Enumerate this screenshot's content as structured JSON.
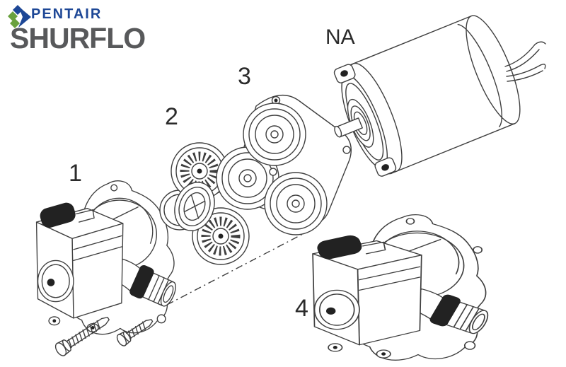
{
  "brand": {
    "pentair_label": "PENTAIR",
    "shurflo_label": "SHURFLO",
    "pentair_blue": "#1d4796",
    "logo_green": "#6aa23e",
    "shurflo_gray": "#58595b"
  },
  "diagram": {
    "background": "#ffffff",
    "line_color": "#3f3f3f",
    "labels": {
      "part1": "1",
      "part2": "2",
      "part3": "3",
      "motor": "NA",
      "part4": "4"
    }
  }
}
